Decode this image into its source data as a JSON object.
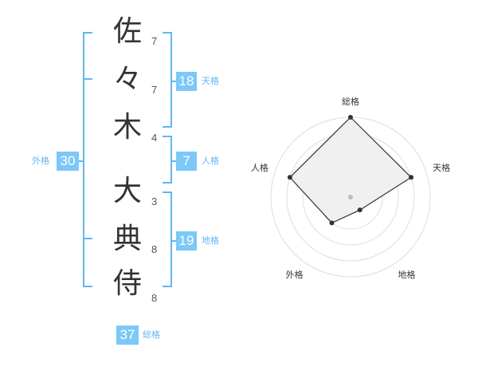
{
  "name_chars": [
    {
      "char": "佐",
      "strokes": "7"
    },
    {
      "char": "々",
      "strokes": "7"
    },
    {
      "char": "木",
      "strokes": "4"
    },
    {
      "char": "大",
      "strokes": "3"
    },
    {
      "char": "典",
      "strokes": "8"
    },
    {
      "char": "侍",
      "strokes": "8"
    }
  ],
  "fortune": {
    "tenkaku": {
      "label": "天格",
      "value": "18"
    },
    "jinkaku": {
      "label": "人格",
      "value": "7"
    },
    "chikaku": {
      "label": "地格",
      "value": "19"
    },
    "gaikaku": {
      "label": "外格",
      "value": "30"
    },
    "soukaku": {
      "label": "総格",
      "value": "37"
    }
  },
  "colors": {
    "accent": "#62b6f2",
    "badge": "#7cc8f8"
  },
  "chart_data": {
    "type": "radar",
    "axes": [
      "総格",
      "天格",
      "地格",
      "外格",
      "人格"
    ],
    "max": 5,
    "values": [
      5,
      4,
      1,
      2,
      4
    ],
    "grid_rings": 5
  }
}
